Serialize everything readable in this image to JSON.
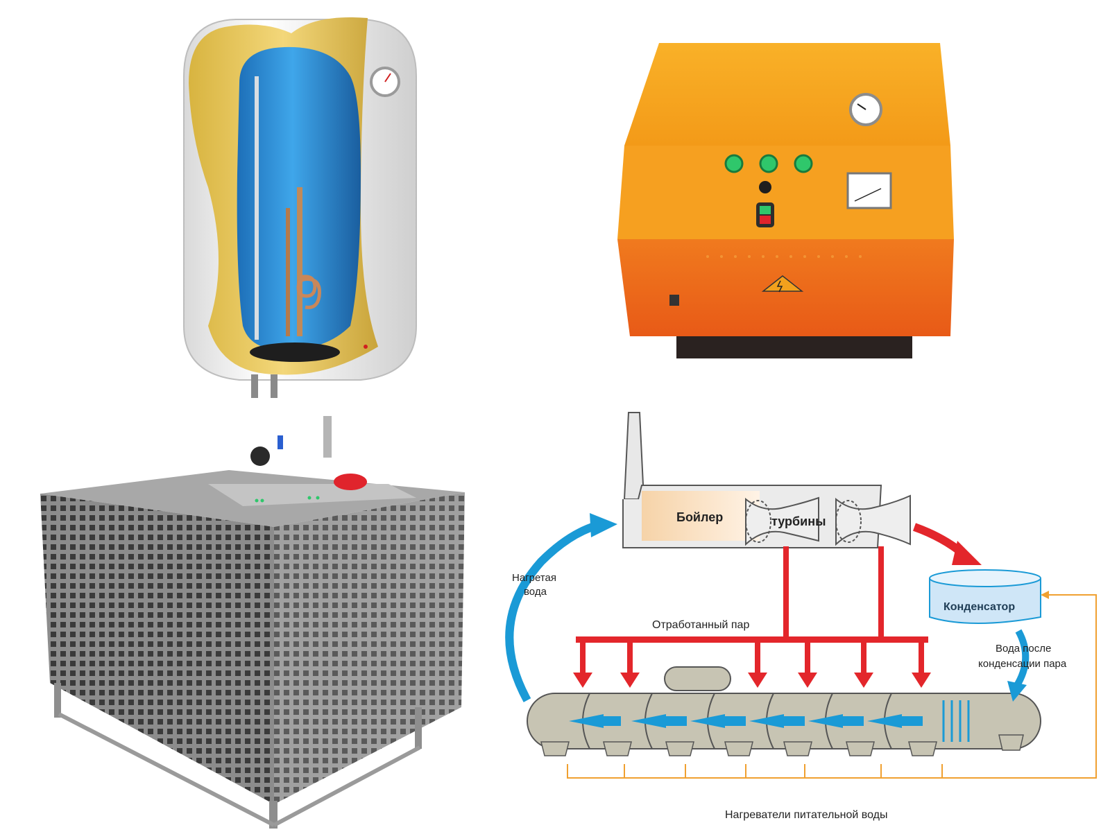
{
  "diagram": {
    "labels": {
      "boiler": "Бойлер",
      "turbines": "турбины",
      "condenser": "Конденсатор",
      "heated_water_line1": "Нагретая",
      "heated_water_line2": "вода",
      "spent_steam": "Отработанный пар",
      "water_after_line1": "Вода после",
      "water_after_line2": "конденсации пара",
      "feedwater_heaters": "Нагреватели питательной воды"
    },
    "colors": {
      "steam": "#e3262b",
      "water": "#1a9ad6",
      "return": "#f0a030",
      "shell": "#c7c4b3"
    }
  },
  "orange_unit": {
    "colors": {
      "top": "#f7a21b",
      "body": "#ef6a1c",
      "indicator": "#2fc76b"
    }
  },
  "water_heater": {
    "colors": {
      "tank": "#2f8fd6",
      "insulation": "#e2c45a",
      "shell": "#f2f2f2"
    }
  },
  "steel_boiler": {
    "colors": {
      "body": "#8d8d8d",
      "valve": "#e0242c"
    }
  }
}
